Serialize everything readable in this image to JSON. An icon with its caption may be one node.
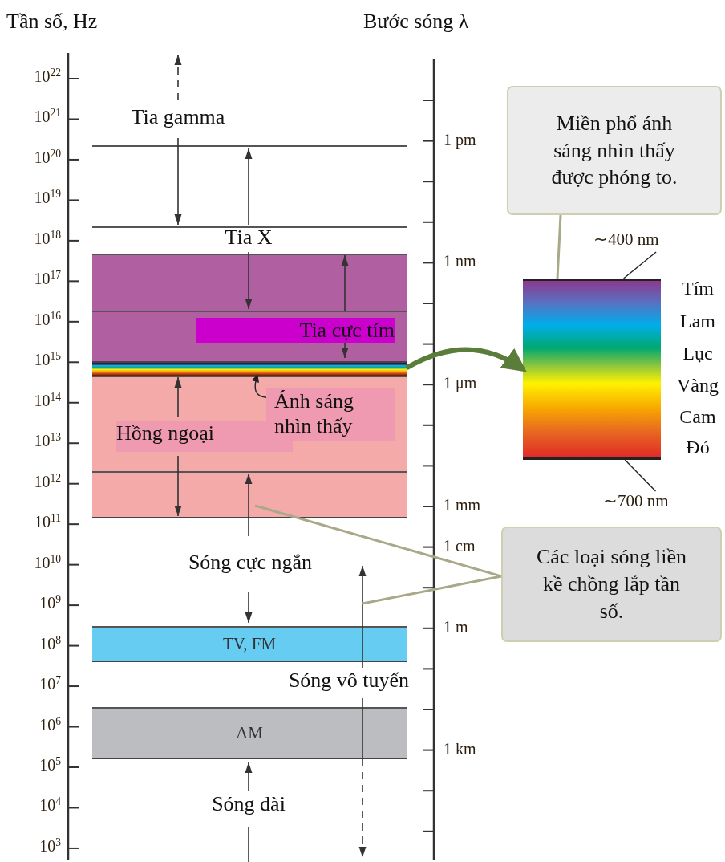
{
  "diagram": {
    "nodes": [
      {
        "text": [
          "Tia cực tím"
        ]
      },
      {
        "text": [],
        "shape": "bar"
      },
      {
        "text": [
          "Hồng ngoại"
        ]
      },
      {
        "text": [
          "Ánh sáng nhìn thấy"
        ],
        "in": 2
      },
      {
        "text": [
          "TV, FM"
        ]
      },
      {
        "text": [
          "AM"
        ]
      },
      {
        "text": [
          "Miền phổ ánh sáng nhìn thấy được phóng to."
        ]
      },
      {
        "text": [],
        "shape": "bar"
      },
      {
        "text": [
          "∼400 nm"
        ]
      },
      {
        "text": [
          "∼700 nm"
        ]
      },
      {
        "text": [
          "Các loại sóng liền kề chồng lắp tần số."
        ]
      }
    ],
    "edges": [
      {
        "from": 1,
        "to": 7,
        "arrow": "to",
        "style": "thick",
        "color": "#5b7d3a"
      },
      {
        "from": 3,
        "to": 1,
        "arrow": "to"
      },
      {
        "from": 6,
        "to": 7,
        "arrow": "none",
        "color": "#a9a98a"
      },
      {
        "from": 8,
        "to": 7,
        "arrow": "none"
      },
      {
        "from": 9,
        "to": 7,
        "arrow": "none"
      },
      {
        "from": 10,
        "to": null,
        "arrow": "none",
        "color": "#a9a98a"
      },
      {
        "from": 10,
        "to": null,
        "arrow": "none",
        "color": "#a9a98a"
      }
    ],
    "labels": [
      "Tần số, Hz",
      "Bước sóng λ",
      "10$^{22}$",
      "10$^{21}$",
      "10$^{20}$",
      "10$^{19}$",
      "10$^{18}$",
      "10$^{17}$",
      "10$^{16}$",
      "10$^{15}$",
      "10$^{14}$",
      "10$^{13}$",
      "10$^{12}$",
      "10$^{11}$",
      "10$^{10}$",
      "10$^{9}$",
      "10$^{8}$",
      "10$^{7}$",
      "10$^{6}$",
      "10$^{5}$",
      "10$^{4}$",
      "10$^{3}$",
      "1 pm",
      "1 nm",
      "1 μm",
      "1 mm",
      "1 cm",
      "1 m",
      "1 km",
      "Tia gamma",
      "Tia X",
      "Sóng cực ngắn",
      "Sóng vô tuyến",
      "Sóng dài",
      "Tím",
      "Lam",
      "Lục",
      "Vàng",
      "Cam",
      "Đỏ"
    ]
  }
}
